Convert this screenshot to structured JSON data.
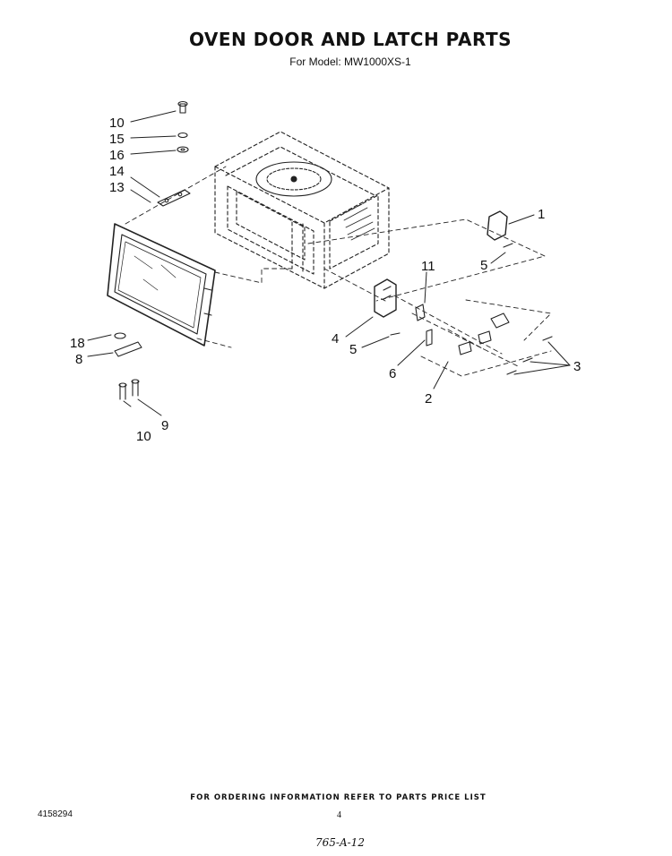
{
  "header": {
    "title": "OVEN DOOR AND LATCH PARTS",
    "subtitle": "For Model: MW1000XS-1"
  },
  "callouts": {
    "c1": "1",
    "c2": "2",
    "c3": "3",
    "c4": "4",
    "c5a": "5",
    "c5b": "5",
    "c6": "6",
    "c8": "8",
    "c9": "9",
    "c10a": "10",
    "c10b": "10",
    "c11": "11",
    "c13": "13",
    "c14": "14",
    "c15": "15",
    "c16": "16",
    "c18": "18"
  },
  "footer": {
    "ordering_note": "FOR ORDERING INFORMATION REFER TO PARTS PRICE LIST",
    "document_number": "4158294",
    "page_number": "4",
    "handwritten_note": "765-A-12"
  }
}
